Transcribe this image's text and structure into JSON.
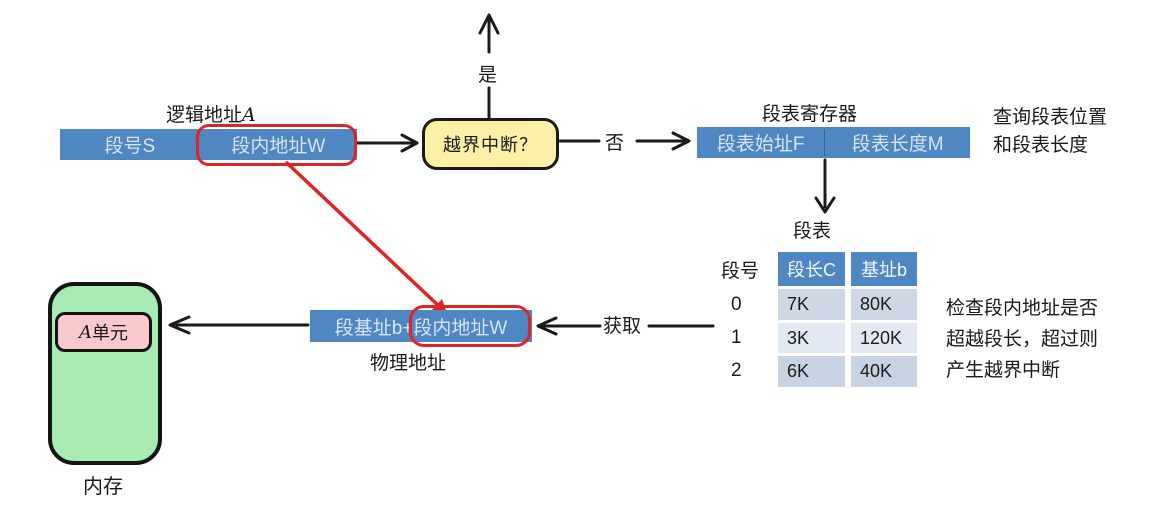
{
  "colors": {
    "bar_blue": "#4e87c1",
    "bar_text": "#d6e5f4",
    "decision_yellow": "#fdf0a6",
    "memory_green": "#a8ecb4",
    "unit_pink": "#f9c9cd",
    "annotation_red": "#e02424",
    "table_row_dark": "#cdd7e5",
    "table_row_light": "#e3e9f3"
  },
  "logical": {
    "title_prefix": "逻辑地址",
    "title_var": "A",
    "seg": "段号S",
    "offset": "段内地址W"
  },
  "decision": {
    "label": "越界中断？",
    "yes": "是",
    "no": "否"
  },
  "register": {
    "title": "段表寄存器",
    "f": "段表始址F",
    "m": "段表长度M"
  },
  "notes": {
    "lookup": [
      "查询段表位置",
      "和段表长度"
    ],
    "check": [
      "检查段内地址是否",
      "超越段长，超过则",
      "产生越界中断"
    ]
  },
  "table": {
    "title": "段表",
    "row_header": "段号",
    "col1": "段长C",
    "col2": "基址b",
    "rows": [
      {
        "no": "0",
        "c": "7K",
        "b": "80K"
      },
      {
        "no": "1",
        "c": "3K",
        "b": "120K"
      },
      {
        "no": "2",
        "c": "6K",
        "b": "40K"
      }
    ]
  },
  "physical": {
    "text_base": "段基址b+",
    "text_offset": "段内地址W",
    "label": "物理地址"
  },
  "fetch": "获取",
  "memory": {
    "unit_var": "A",
    "unit_text": "单元",
    "label": "内存"
  }
}
